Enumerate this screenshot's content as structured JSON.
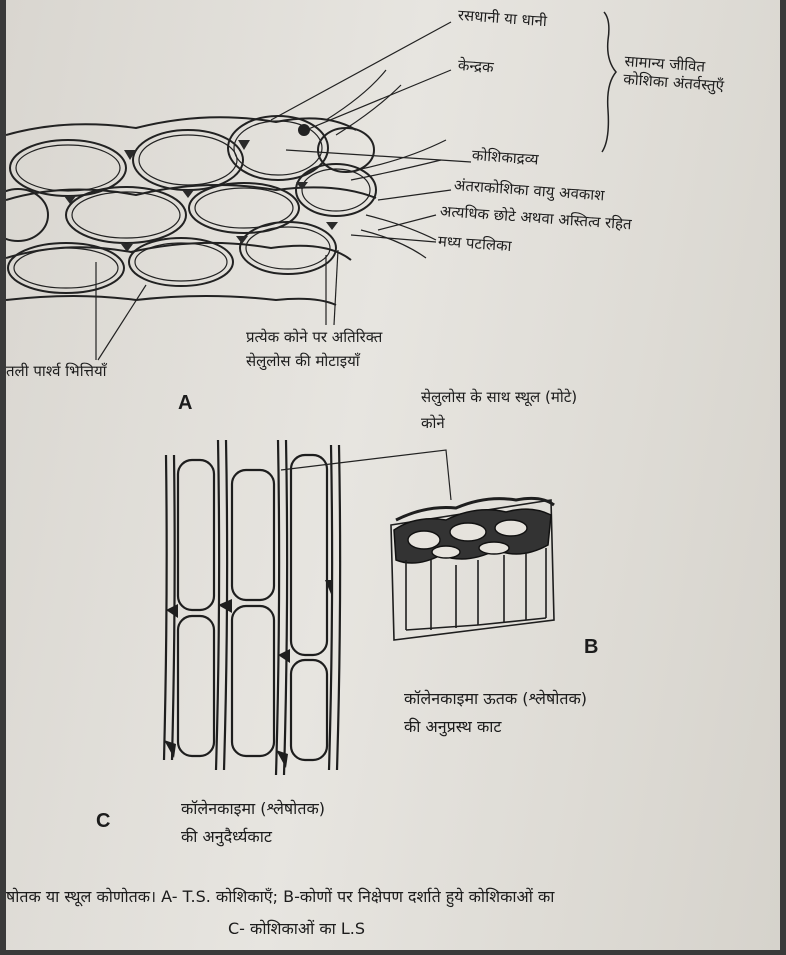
{
  "labels": {
    "a_vacuole": "रसधानी या धानी",
    "a_nucleus": "केन्द्रक",
    "a_cytoplasm": "कोशिकाद्रव्य",
    "a_living_contents": "सामान्य जीवित कोशिका अंतर्वस्तुएँ",
    "a_intercellular": "अंतराकोशिका वायु अवकाश",
    "a_tiny": "अत्यधिक छोटे अथवा अस्तित्व रहित",
    "a_middle_lamella": "मध्य पटलिका",
    "a_thin_walls": "तली पार्श्व भित्तियाँ",
    "a_corner_line1": "प्रत्येक कोने पर अतिरिक्त",
    "a_corner_line2": "सेलुलोस की मोटाइयाँ",
    "a_letter": "A",
    "b_corner_line1": "सेलुलोस के साथ स्थूल (मोटे)",
    "b_corner_line2": "कोने",
    "b_letter": "B",
    "b_caption_line1": "कॉलेनकाइमा ऊतक (श्लेषोतक)",
    "b_caption_line2": "की अनुप्रस्थ काट",
    "c_letter": "C",
    "c_caption_line1": "कॉलेनकाइमा (श्लेषोतक)",
    "c_caption_line2": "की अनुदैर्ध्यकाट"
  },
  "caption": {
    "line1": "षोतक या स्थूल कोणोतक। A- T.S. कोशिकाएँ; B-कोणों पर निक्षेपण दर्शाते हुये कोशिकाओं का",
    "line2": "C- कोशिकाओं का L.S"
  }
}
